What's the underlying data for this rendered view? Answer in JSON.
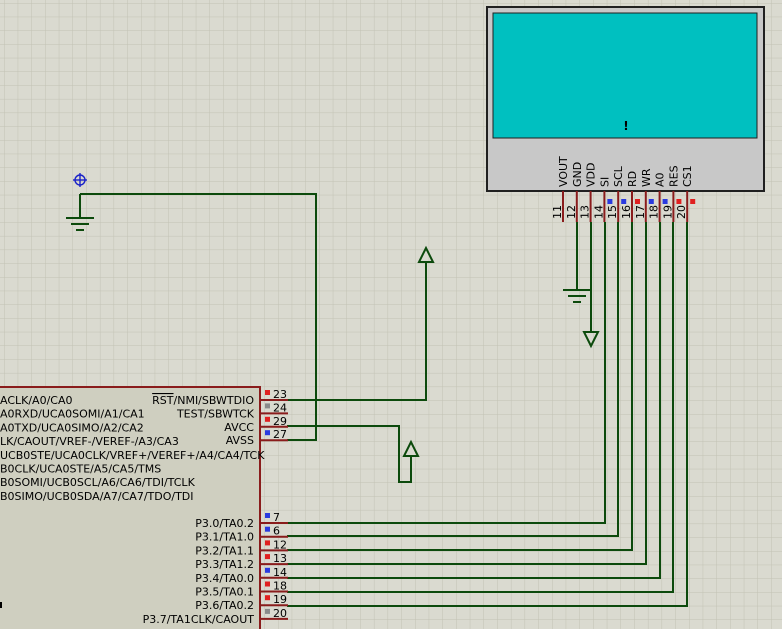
{
  "colors": {
    "background": "#dadad0",
    "grid": "#c2c2b4",
    "wire": "#0c4a0c",
    "component_border": "#8a1c1c",
    "ic_body": "#cfcfc0",
    "lcd_body": "#c8c8c8",
    "lcd_screen": "#00c0c0",
    "pin_red": "#e02020",
    "pin_blue": "#2a3adf",
    "pin_gray": "#8a8a8a"
  },
  "mcu": {
    "left_pins": [
      "ACLK/A0/CA0",
      "A0RXD/UCA0SOMI/A1/CA1",
      "A0TXD/UCA0SIMO/A2/CA2",
      "LK/CAOUT/VREF-/VEREF-/A3/CA3",
      "UCB0STE/UCA0CLK/VREF+/VEREF+/A4/CA4/TCK",
      "B0CLK/UCA0STE/A5/CA5/TMS",
      "B0SOMI/UCB0SCL/A6/CA6/TDI/TCLK",
      "B0SIMO/UCB0SDA/A7/CA7/TDO/TDI"
    ],
    "right_top": [
      {
        "label": "RST/NMI/SBWTDIO",
        "overline": "RST",
        "rest": "/NMI/SBWTDIO",
        "num": "23",
        "state": "red"
      },
      {
        "label": "TEST/SBWTCK",
        "num": "24",
        "state": "gray"
      },
      {
        "label": "AVCC",
        "num": "29",
        "state": "red"
      },
      {
        "label": "AVSS",
        "num": "27",
        "state": "blue"
      }
    ],
    "right_bottom": [
      {
        "label": "P3.0/TA0.2",
        "num": "7",
        "state": "blue"
      },
      {
        "label": "P3.1/TA1.0",
        "num": "6",
        "state": "blue"
      },
      {
        "label": "P3.2/TA1.1",
        "num": "12",
        "state": "red"
      },
      {
        "label": "P3.3/TA1.2",
        "num": "13",
        "state": "red"
      },
      {
        "label": "P3.4/TA0.0",
        "num": "14",
        "state": "blue"
      },
      {
        "label": "P3.5/TA0.1",
        "num": "18",
        "state": "red"
      },
      {
        "label": "P3.6/TA0.2",
        "num": "19",
        "state": "red"
      },
      {
        "label": "P3.7/TA1CLK/CAOUT",
        "num": "20",
        "state": "gray"
      }
    ]
  },
  "lcd": {
    "cursor_char": "!",
    "pins": [
      {
        "name": "VOUT",
        "num": "11",
        "state": "none"
      },
      {
        "name": "GND",
        "num": "12",
        "state": "none"
      },
      {
        "name": "VDD",
        "num": "13",
        "state": "none"
      },
      {
        "name": "SI",
        "num": "14",
        "state": "blue"
      },
      {
        "name": "SCL",
        "num": "15",
        "state": "blue"
      },
      {
        "name": "RD",
        "num": "16",
        "state": "red"
      },
      {
        "name": "WR",
        "num": "17",
        "state": "blue"
      },
      {
        "name": "A0",
        "num": "18",
        "state": "blue"
      },
      {
        "name": "RES",
        "num": "19",
        "state": "red"
      },
      {
        "name": "CS1",
        "num": "20",
        "state": "red"
      }
    ]
  },
  "probe_icon": "crosshair-probe-icon",
  "ground_icon": "ground-symbol-icon",
  "power_icon": "power-arrow-icon"
}
